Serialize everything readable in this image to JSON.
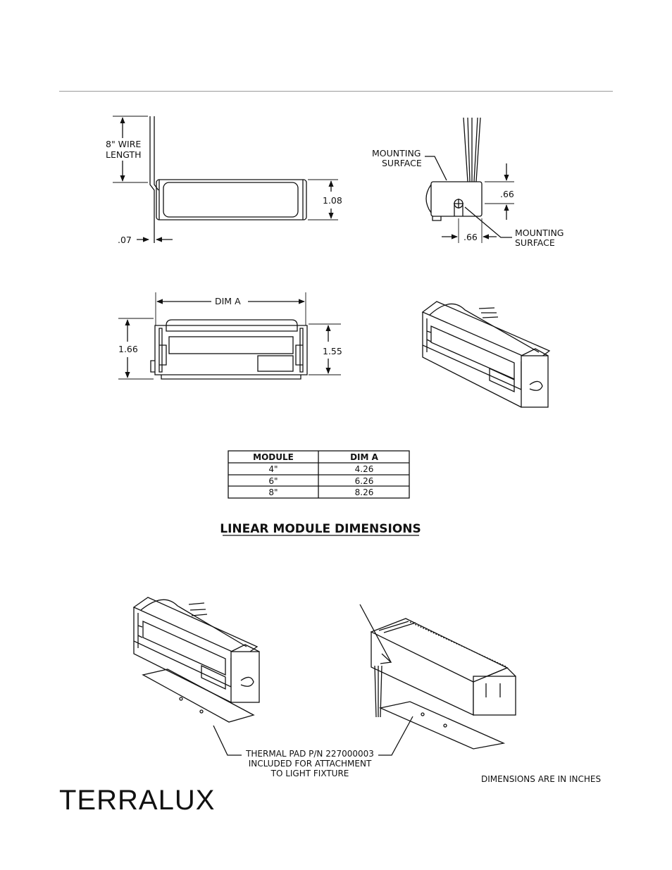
{
  "labels": {
    "wire_length": [
      "8\" WIRE",
      "LENGTH"
    ],
    "dim_108": "1.08",
    "dim_07": ".07",
    "mounting_surface_top": [
      "MOUNTING",
      "SURFACE"
    ],
    "dim_66_v": ".66",
    "dim_66_h": ".66",
    "mounting_surface_bottom": [
      "MOUNTING",
      "SURFACE"
    ],
    "dim_a": "DIM A",
    "dim_166": "1.66",
    "dim_155": "1.55"
  },
  "table": {
    "headers": [
      "MODULE",
      "DIM A"
    ],
    "rows": [
      [
        "4\"",
        "4.26"
      ],
      [
        "6\"",
        "6.26"
      ],
      [
        "8\"",
        "8.26"
      ]
    ]
  },
  "section_title": "LINEAR MODULE DIMENSIONS",
  "thermal_pad_note": [
    "THERMAL PAD P/N 227000003",
    "INCLUDED FOR ATTACHMENT",
    "TO LIGHT FIXTURE"
  ],
  "units_note": "DIMENSIONS ARE IN INCHES",
  "brand": "TERRALUX"
}
